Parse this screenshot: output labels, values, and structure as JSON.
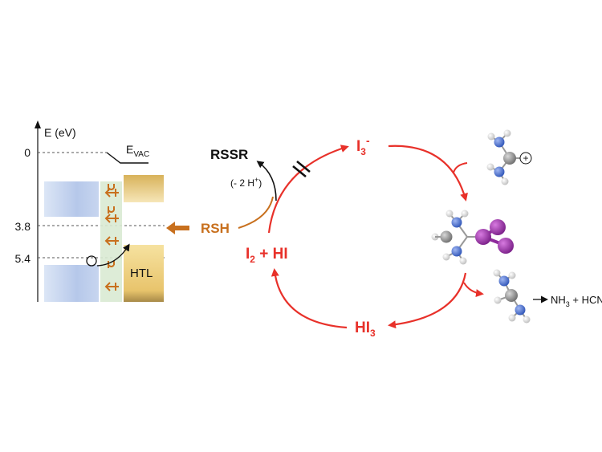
{
  "energy_diagram": {
    "y_axis_label": "E (eV)",
    "ticks": [
      "0",
      "3.8",
      "5.4"
    ],
    "evac_main": "E",
    "evac_sub": "VAC",
    "htl_label": "HTL",
    "colors": {
      "perovskite_band": "#b8c8e8",
      "interlayer": "#d9ead3",
      "htl_band": "#e8c46c",
      "dipole_orange": "#c8701e"
    }
  },
  "reaction": {
    "rsh": "RSH",
    "rssr": "RSSR",
    "minus_2h_pre": "(- 2 H",
    "minus_2h_sup": "+",
    "minus_2h_post": ")",
    "i3_main": "I",
    "i3_sub": "3",
    "i3_sup": "-",
    "i2hi_main": "I",
    "i2hi_sub": "2",
    "i2hi_post": " + HI",
    "hi3_main": "HI",
    "hi3_sub": "3",
    "products_pre": "NH",
    "products_sub": "3",
    "products_post": " + HCN",
    "plus_symbol": "+"
  },
  "colors": {
    "red": "#e8312a",
    "orange": "#c8701e",
    "black": "#111111",
    "carbon": "#8a8a8a",
    "nitrogen": "#4a6fd1",
    "hydrogen": "#f4f4f4",
    "iodine": "#8e2a9c"
  }
}
